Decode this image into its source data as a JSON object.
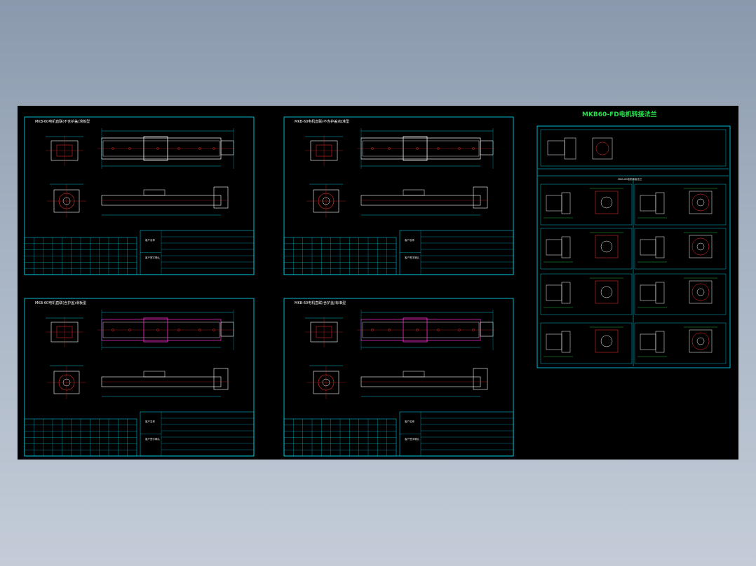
{
  "colors": {
    "background_top": "#8a99ad",
    "background_bottom": "#c4ccd8",
    "canvas": "#000000",
    "frame": "#00e5ff",
    "geometry": "#ffffff",
    "highlight": "#ff2fd6",
    "accent_red": "#ff3030",
    "accent_green": "#26e04a",
    "accent_yellow": "#ffd400"
  },
  "sheets": [
    {
      "title": "MKB-60电机直联(不含护盖)滑板型",
      "highlighted": false,
      "info_label_1": "客户名称",
      "info_label_2": "客户签字确认"
    },
    {
      "title": "MKB-60电机直联(不含护盖)标准型",
      "highlighted": false,
      "info_label_1": "客户名称",
      "info_label_2": "客户签字确认"
    },
    {
      "title": "MKB-60电机直联(含护盖)滑板型",
      "highlighted": true,
      "info_label_1": "客户名称",
      "info_label_2": "客户签字确认"
    },
    {
      "title": "MKB-60电机直联(含护盖)标准型",
      "highlighted": true,
      "info_label_1": "客户名称",
      "info_label_2": "客户签字确认"
    }
  ],
  "flange_sheet": {
    "heading": "MKB60-FD电机转接法兰",
    "section_label": "MKB-60电机转接法兰"
  }
}
